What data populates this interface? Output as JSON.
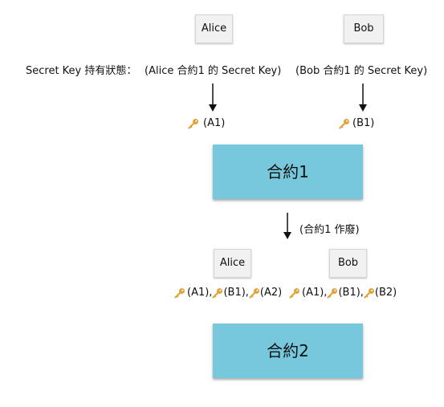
{
  "colors": {
    "contract_fill": "#77c8dc",
    "key": "#e2a33a",
    "party_fill": "#f1f1f1"
  },
  "parties_top": {
    "alice": "Alice",
    "bob": "Bob"
  },
  "status_label": "Secret Key 持有狀態：",
  "alice_note": "(Alice 合約1 的 Secret Key)",
  "bob_note": "(Bob 合約1 的 Secret Key)",
  "alice_key_1": "(A1)",
  "bob_key_1": "(B1)",
  "contract1": "合約1",
  "void_note": "(合約1 作廢)",
  "parties_bottom": {
    "alice": "Alice",
    "bob": "Bob"
  },
  "alice_keys_2": [
    "(A1),",
    "(B1),",
    "(A2)"
  ],
  "bob_keys_2": [
    "(A1),",
    "(B1),",
    "(B2)"
  ],
  "contract2": "合約2",
  "icons": [
    "key-icon",
    "arrow-down-icon"
  ]
}
